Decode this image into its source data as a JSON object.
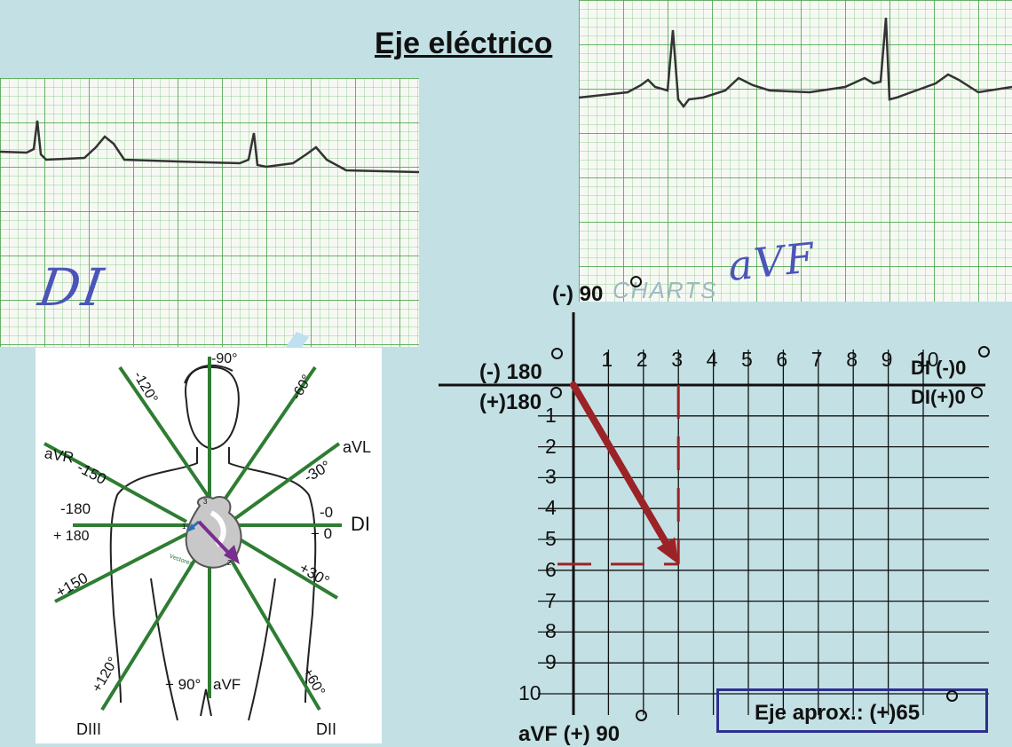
{
  "title": "Eje eléctrico",
  "ecg_strips": {
    "di_handwritten": "DI",
    "avf_handwritten": "aVF",
    "paper_print": "CHARTS"
  },
  "hexaxial": {
    "top_angle": "-90°",
    "left_upper_label": "aVR",
    "left_upper_angle": "-150",
    "right_upper_label": "aVL",
    "right_upper_angle": "-30°",
    "diag_left_angle": "-120°",
    "diag_right_angle": "-60°",
    "left_neg": "-180",
    "left_pos": "+ 180",
    "right_neg": "-0",
    "right_pos": "+ 0",
    "right_lead": "DI",
    "left_lower_angle": "+150",
    "right_lower_angle": "+30°",
    "bottom_left_angle": "+120°",
    "bottom_right_angle": "+60°",
    "bottom_angle": "+ 90°",
    "bottom_lead": "aVF",
    "lower_left_lead": "DIII",
    "lower_right_lead": "DII",
    "heart_caption": "Vectores",
    "heart_marks": [
      "1",
      "2",
      "3"
    ]
  },
  "axis_plot": {
    "top_label": "(-) 90",
    "left_neg_label": "(-) 180",
    "left_pos_label": "(+)180",
    "right_neg_label": "DI (-)0",
    "right_pos_label": "DI(+)0",
    "bottom_label": "aVF (+) 90",
    "x_ticks": [
      "1",
      "2",
      "3",
      "4",
      "5",
      "6",
      "7",
      "8",
      "9",
      "10"
    ],
    "y_ticks": [
      "1",
      "2",
      "3",
      "4",
      "5",
      "6",
      "7",
      "8",
      "9",
      "10"
    ],
    "di_value": 3,
    "avf_value": 5.8,
    "arrow_color": "#9b2226",
    "result": "Eje aprox.: (+)65"
  },
  "colors": {
    "background": "#c3e0e4",
    "lead_lines": "#2e7d32",
    "heart_vector": "#7a2c8f",
    "result_border": "#2d2f8f"
  }
}
